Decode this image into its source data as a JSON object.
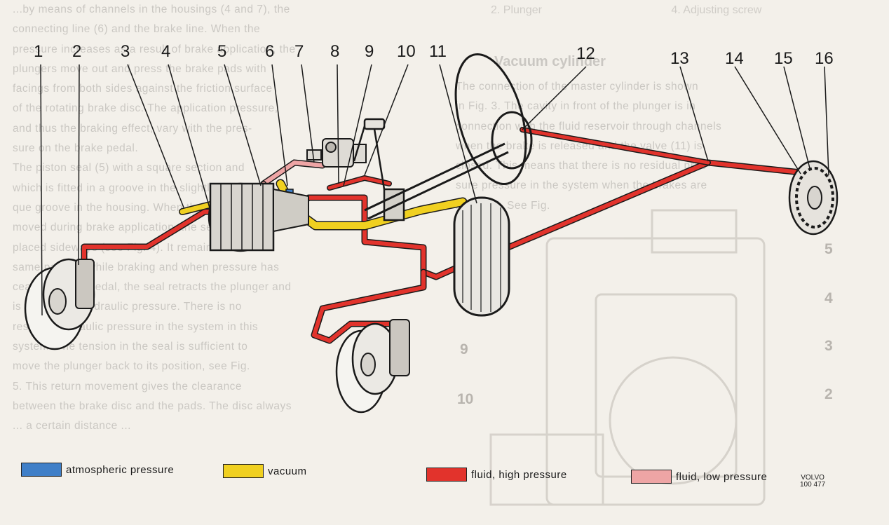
{
  "header_text": [
    "2. Plunger",
    "4. Adjusting screw"
  ],
  "section_title": "Vacuum cylinder",
  "background_text_left": [
    "...by means of channels in the housings (4 and 7), the",
    "connecting line (6) and the brake line. When the",
    "pressure increases as a result of brake application, the",
    "plungers move out and press the brake pads with",
    "facings from both sides against the friction surface",
    "of the rotating brake disc. The application pressure,",
    "and thus the braking effect, vary with the pres-",
    "sure on the brake pedal.",
    "The piston seal (5) with a square section and",
    "which is fitted in a groove in the slightly obli-",
    "que groove in the housing. When the plunger is",
    "moved during brake application, the seal is dis-",
    "placed sideways (see Fig. 4). It remains in the",
    "same position while braking and when pressure has",
    "ceased on the pedal, the seal retracts the plunger and",
    "is relieved of hydraulic pressure. There is no",
    "residual hydraulic pressure in the system in this",
    "system. The tension in the seal is sufficient to",
    "move the plunger back to its position, see Fig.",
    "5. This return movement gives the clearance",
    "between the brake disc and the pads. The disc always",
    "... a certain distance ..."
  ],
  "background_text_right": [
    "The connection of the master cylinder is shown",
    "in Fig. 3. The cavity in front of the plunger is in",
    "connection with the fluid reservoir through channels",
    "when the brake is released and the valve (11) is",
    "closed. This means that there is no residual pres-",
    "sure pressure in the system when the brakes are",
    "released. See Fig."
  ],
  "side_numbers": [
    "5",
    "4",
    "3",
    "2",
    "9",
    "10"
  ],
  "callouts": [
    "1",
    "2",
    "3",
    "4",
    "5",
    "6",
    "7",
    "8",
    "9",
    "10",
    "11",
    "12",
    "13",
    "14",
    "15",
    "16"
  ],
  "legend": [
    {
      "label": "atmospheric pressure",
      "color": "#3f7fc8"
    },
    {
      "label": "vacuum",
      "color": "#f0d020"
    },
    {
      "label": "fluid, high pressure",
      "color": "#e2332c"
    },
    {
      "label": "fluid, low pressure",
      "color": "#eea5a5"
    }
  ],
  "brand_mark": {
    "line1": "VOLVO",
    "line2": "100 477"
  },
  "colors": {
    "high_pressure": "#e2332c",
    "low_pressure": "#eea5a5",
    "vacuum": "#f0d020",
    "atmospheric": "#3f7fc8",
    "ink": "#1a1a1a"
  }
}
